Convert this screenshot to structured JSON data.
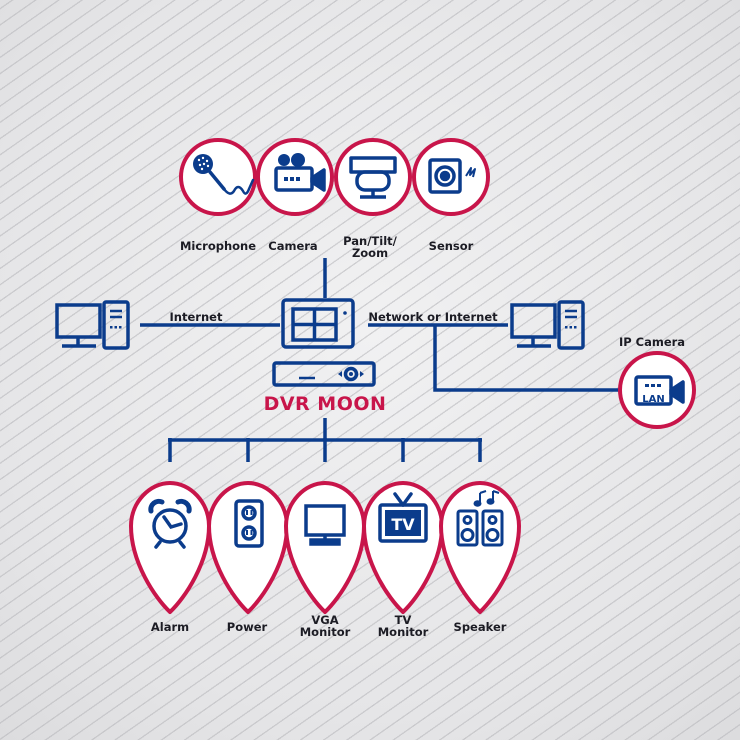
{
  "colors": {
    "blue": "#0b3c8c",
    "red": "#c8154a",
    "text": "#1c1c24"
  },
  "title": "DVR MOON",
  "inputs": [
    {
      "label": "Microphone",
      "icon": "microphone-icon"
    },
    {
      "label": "Camera",
      "icon": "video-camera-icon"
    },
    {
      "label": "Pan/Tilt/\nZoom",
      "icon": "ptz-camera-icon"
    },
    {
      "label": "Sensor",
      "icon": "sensor-icon"
    }
  ],
  "network": {
    "internet_label": "Internet",
    "network_label": "Network or Internet",
    "ip_camera_label": "IP Camera",
    "lan_label": "LAN"
  },
  "outputs": [
    {
      "label": "Alarm",
      "icon": "alarm-clock-icon"
    },
    {
      "label": "Power",
      "icon": "power-outlet-icon"
    },
    {
      "label": "VGA\nMonitor",
      "icon": "vga-monitor-icon"
    },
    {
      "label": "TV\nMonitor",
      "icon": "tv-icon"
    },
    {
      "label": "Speaker",
      "icon": "speaker-icon"
    }
  ],
  "tv_text": "TV"
}
